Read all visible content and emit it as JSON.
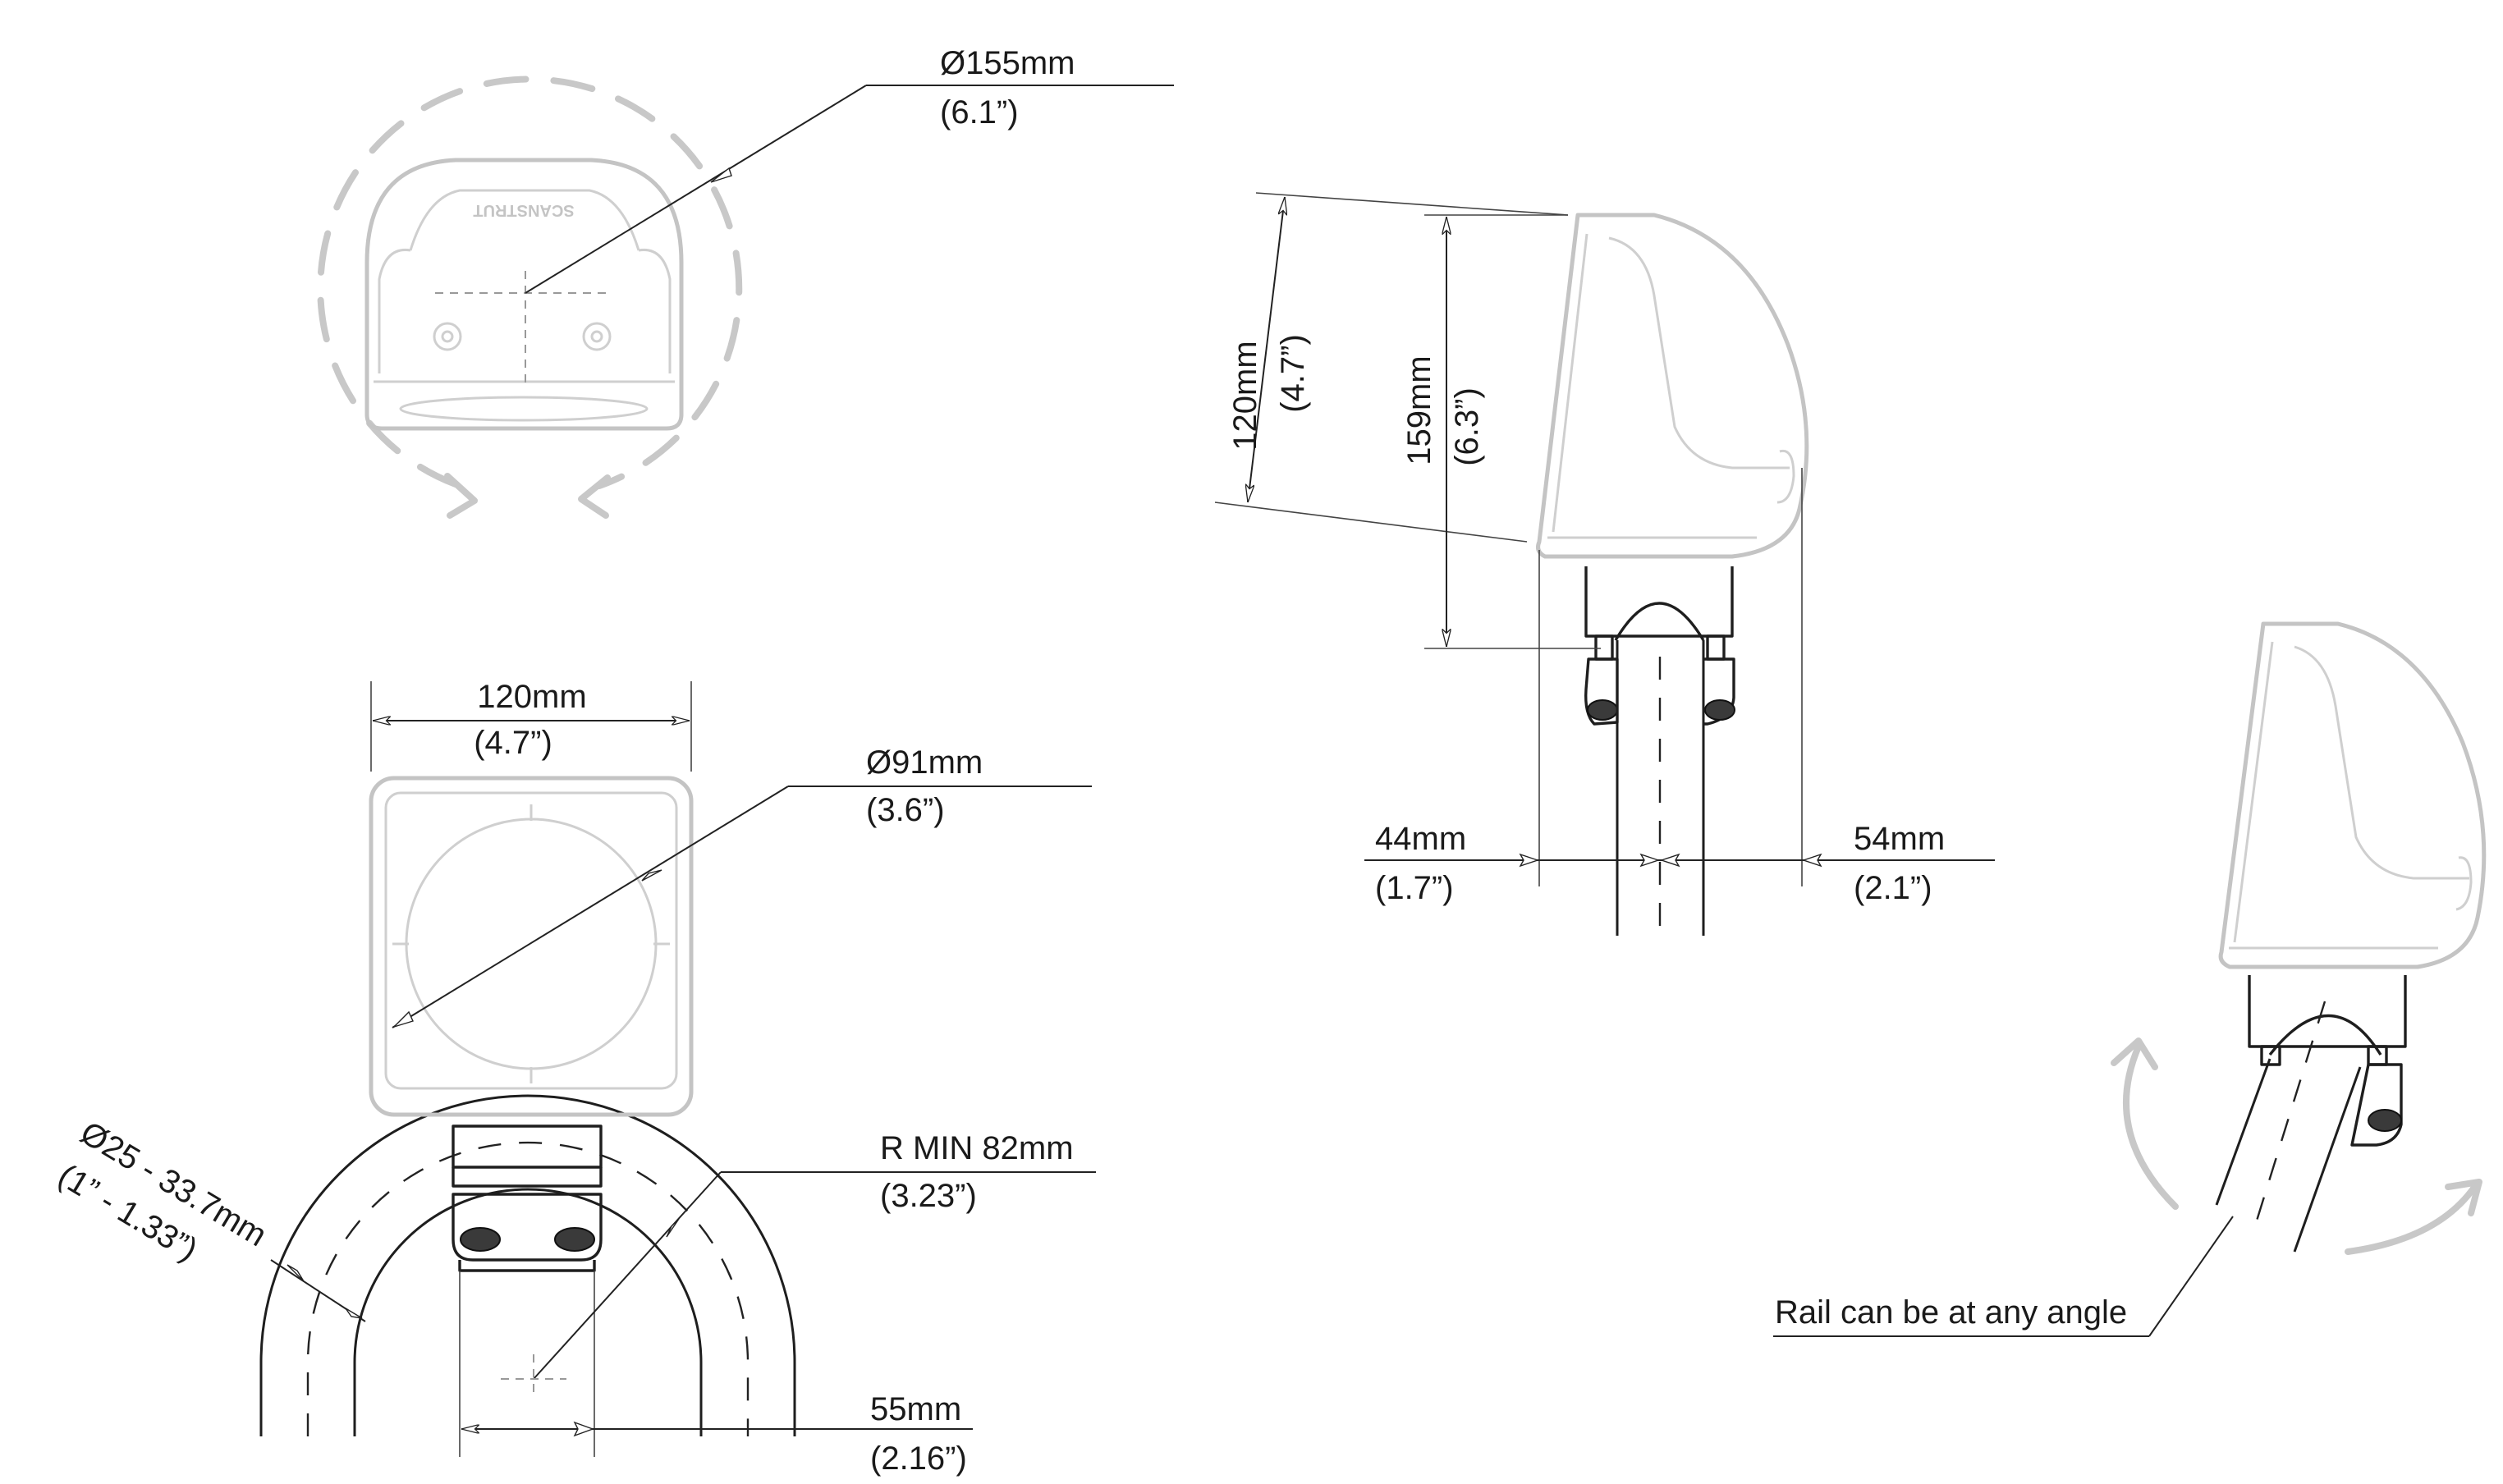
{
  "top_view": {
    "diameter_label": "Ø155mm",
    "diameter_label_in": "(6.1”)",
    "brand_mark": "SCANSTRUT"
  },
  "front_view": {
    "width_label": "120mm",
    "width_label_in": "(4.7”)",
    "circle_label": "Ø91mm",
    "circle_label_in": "(3.6”)",
    "rail_diameter_label": "Ø25 - 33.7mm",
    "rail_diameter_label_in": "(1” - 1.33”)",
    "radius_label": "R MIN 82mm",
    "radius_label_in": "(3.23”)",
    "base_width_label": "55mm",
    "base_width_label_in": "(2.16”)"
  },
  "side_view": {
    "depth_label": "120mm",
    "depth_label_in": "(4.7”)",
    "height_label": "159mm",
    "height_label_in": "(6.3”)",
    "rear_offset_label": "44mm",
    "rear_offset_label_in": "(1.7”)",
    "front_offset_label": "54mm",
    "front_offset_label_in": "(2.1”)"
  },
  "angle_view": {
    "note": "Rail can be at any angle"
  },
  "colors": {
    "ghost_outline": "#c4c4c4",
    "dimension_line": "#222222",
    "mount_outline": "#1e1e1e"
  }
}
